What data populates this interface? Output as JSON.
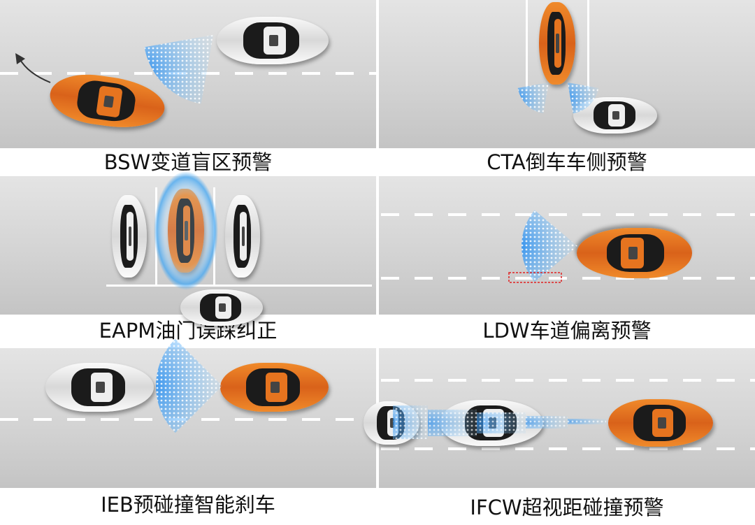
{
  "panels": [
    {
      "id": "bsw",
      "caption": "BSW变道盲区预警"
    },
    {
      "id": "cta",
      "caption": "CTA倒车车侧预警"
    },
    {
      "id": "eapm",
      "caption": "EAPM油门误踩纠正"
    },
    {
      "id": "ldw",
      "caption": "LDW车道偏离预警"
    },
    {
      "id": "ieb",
      "caption": "IEB预碰撞智能刹车"
    },
    {
      "id": "ifcw",
      "caption": "IFCW超视距碰撞预警"
    }
  ],
  "colors": {
    "car_orange": "#e8741f",
    "car_white": "#f2f2f2",
    "radar_blue": "#4aa8f0",
    "lane_warning_red": "#e02020"
  }
}
